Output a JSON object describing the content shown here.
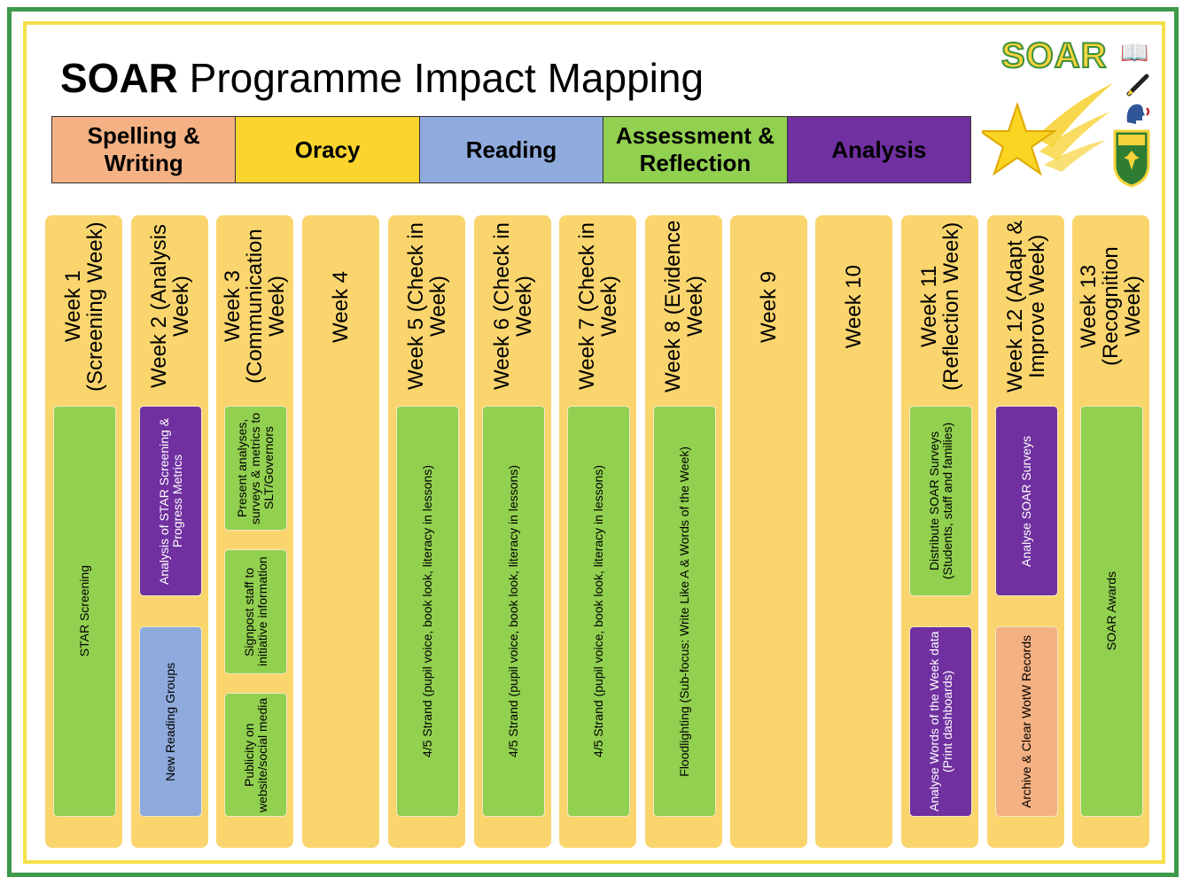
{
  "title": {
    "bold": "SOAR",
    "rest": " Programme Impact Mapping"
  },
  "colors": {
    "spelling": "#f4b183",
    "oracy": "#fbd52e",
    "reading": "#8faadc",
    "assessment": "#92d050",
    "analysis": "#7030a0",
    "week_bg": "#fad56e",
    "frame_outer": "#3e9a4a",
    "frame_inner": "#f6e04a"
  },
  "legend": [
    {
      "label": "Spelling & Writing",
      "color": "#f4b183"
    },
    {
      "label": "Oracy",
      "color": "#fbd52e"
    },
    {
      "label": "Reading",
      "color": "#8faadc"
    },
    {
      "label": "Assessment & Reflection",
      "color": "#92d050"
    },
    {
      "label": "Analysis",
      "color": "#7030a0"
    }
  ],
  "logo": {
    "text": "SOAR",
    "icons": [
      "book-icon",
      "pen-icon",
      "speaking-head-icon",
      "star-icon",
      "school-crest-icon"
    ]
  },
  "weeks": [
    {
      "label": "Week 1 (Screening Week)",
      "tasks": [
        {
          "text": "STAR Screening",
          "strand": "assessment"
        }
      ]
    },
    {
      "label": "Week 2 (Analysis Week)",
      "tasks": [
        {
          "text": "Analysis of STAR Screening & Progress Metrics",
          "strand": "analysis"
        },
        {
          "text": "New Reading Groups",
          "strand": "reading"
        }
      ]
    },
    {
      "label": "Week 3 (Communication Week)",
      "tasks": [
        {
          "text": "Present analyses, surveys & metrics to SLT/Governors",
          "strand": "assessment"
        },
        {
          "text": "Signpost staff to initiative information",
          "strand": "assessment"
        },
        {
          "text": "Publicity on website/social media",
          "strand": "assessment"
        }
      ]
    },
    {
      "label": "Week 4",
      "tasks": []
    },
    {
      "label": "Week 5 (Check in Week)",
      "tasks": [
        {
          "text": "4/5 Strand (pupil voice, book look, literacy in lessons)",
          "strand": "assessment"
        }
      ]
    },
    {
      "label": "Week 6 (Check in Week)",
      "tasks": [
        {
          "text": "4/5 Strand (pupil voice, book look, literacy in lessons)",
          "strand": "assessment"
        }
      ]
    },
    {
      "label": "Week 7 (Check in Week)",
      "tasks": [
        {
          "text": "4/5 Strand (pupil voice, book look, literacy in lessons)",
          "strand": "assessment"
        }
      ]
    },
    {
      "label": "Week 8 (Evidence Week)",
      "tasks": [
        {
          "text": "Floodlighting (Sub-focus: Write Like A & Words of the Week)",
          "strand": "assessment"
        }
      ]
    },
    {
      "label": "Week 9",
      "tasks": []
    },
    {
      "label": "Week 10",
      "tasks": []
    },
    {
      "label": "Week 11 (Reflection Week)",
      "tasks": [
        {
          "text": "Distribute SOAR Surveys (Students, staff and families)",
          "strand": "assessment"
        },
        {
          "text": "Analyse Words of the Week data (Print dashboards)",
          "strand": "analysis"
        }
      ]
    },
    {
      "label": "Week 12 (Adapt & Improve Week)",
      "tasks": [
        {
          "text": "Analyse SOAR Surveys",
          "strand": "analysis"
        },
        {
          "text": "Archive & Clear WotW Records",
          "strand": "spelling"
        }
      ]
    },
    {
      "label": "Week 13 (Recognition Week)",
      "tasks": [
        {
          "text": "SOAR Awards",
          "strand": "assessment"
        }
      ]
    }
  ]
}
